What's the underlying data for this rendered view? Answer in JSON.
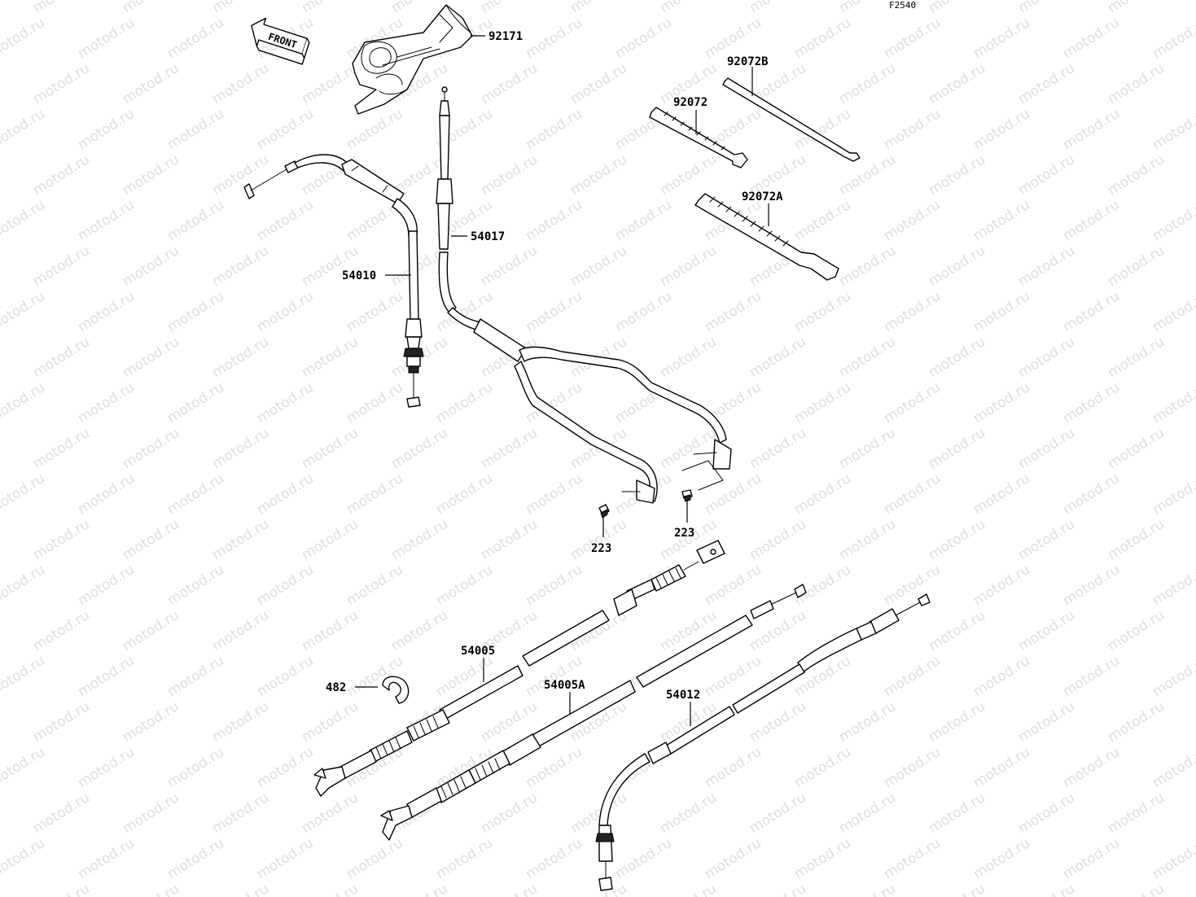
{
  "diagram_code": "F2540",
  "direction_label": "FRONT",
  "watermark_text": "motod.ru",
  "parts": [
    {
      "id": "p92171",
      "label": "92171"
    },
    {
      "id": "p92072B",
      "label": "92072B"
    },
    {
      "id": "p92072",
      "label": "92072"
    },
    {
      "id": "p92072A",
      "label": "92072A"
    },
    {
      "id": "p54017",
      "label": "54017"
    },
    {
      "id": "p54010",
      "label": "54010"
    },
    {
      "id": "p223a",
      "label": "223"
    },
    {
      "id": "p223b",
      "label": "223"
    },
    {
      "id": "p54005",
      "label": "54005"
    },
    {
      "id": "p482",
      "label": "482"
    },
    {
      "id": "p54005A",
      "label": "54005A"
    },
    {
      "id": "p54012",
      "label": "54012"
    }
  ]
}
